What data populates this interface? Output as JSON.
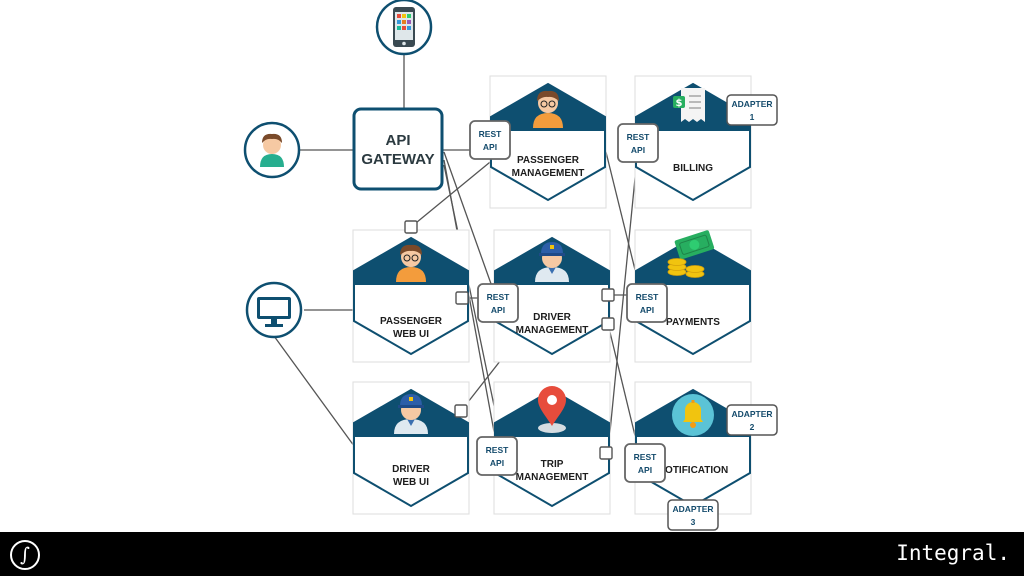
{
  "colors": {
    "hex_dark": "#0e4f70",
    "line": "#555555",
    "frame_border": "#dddddd",
    "footer_bg": "#000000"
  },
  "gateway": {
    "line1": "API",
    "line2": "GATEWAY"
  },
  "clients": {
    "mobile_icon": "smartphone-icon",
    "user_icon": "user-avatar-icon",
    "web_icon": "monitor-icon"
  },
  "services": [
    {
      "id": "passenger-management",
      "line1": "PASSENGER",
      "line2": "MANAGEMENT",
      "icon": "passenger-avatar-icon"
    },
    {
      "id": "billing",
      "line1": "BILLING",
      "line2": "",
      "icon": "receipt-icon"
    },
    {
      "id": "passenger-web-ui",
      "line1": "PASSENGER",
      "line2": "WEB UI",
      "icon": "passenger-avatar-icon"
    },
    {
      "id": "driver-management",
      "line1": "DRIVER",
      "line2": "MANAGEMENT",
      "icon": "driver-avatar-icon"
    },
    {
      "id": "payments",
      "line1": "PAYMENTS",
      "line2": "",
      "icon": "money-icon"
    },
    {
      "id": "driver-web-ui",
      "line1": "DRIVER",
      "line2": "WEB UI",
      "icon": "driver-avatar-icon"
    },
    {
      "id": "trip-management",
      "line1": "TRIP",
      "line2": "MANAGEMENT",
      "icon": "map-pin-icon"
    },
    {
      "id": "notification",
      "line1": "NOTIFICATION",
      "line2": "",
      "icon": "bell-icon"
    }
  ],
  "rest_api": {
    "line1": "REST",
    "line2": "API"
  },
  "adapters": [
    {
      "line1": "ADAPTER",
      "line2": "1"
    },
    {
      "line1": "ADAPTER",
      "line2": "2"
    },
    {
      "line1": "ADAPTER",
      "line2": "3"
    }
  ],
  "footer": {
    "brand": "Integral.",
    "logo": "integral-sign-logo"
  }
}
